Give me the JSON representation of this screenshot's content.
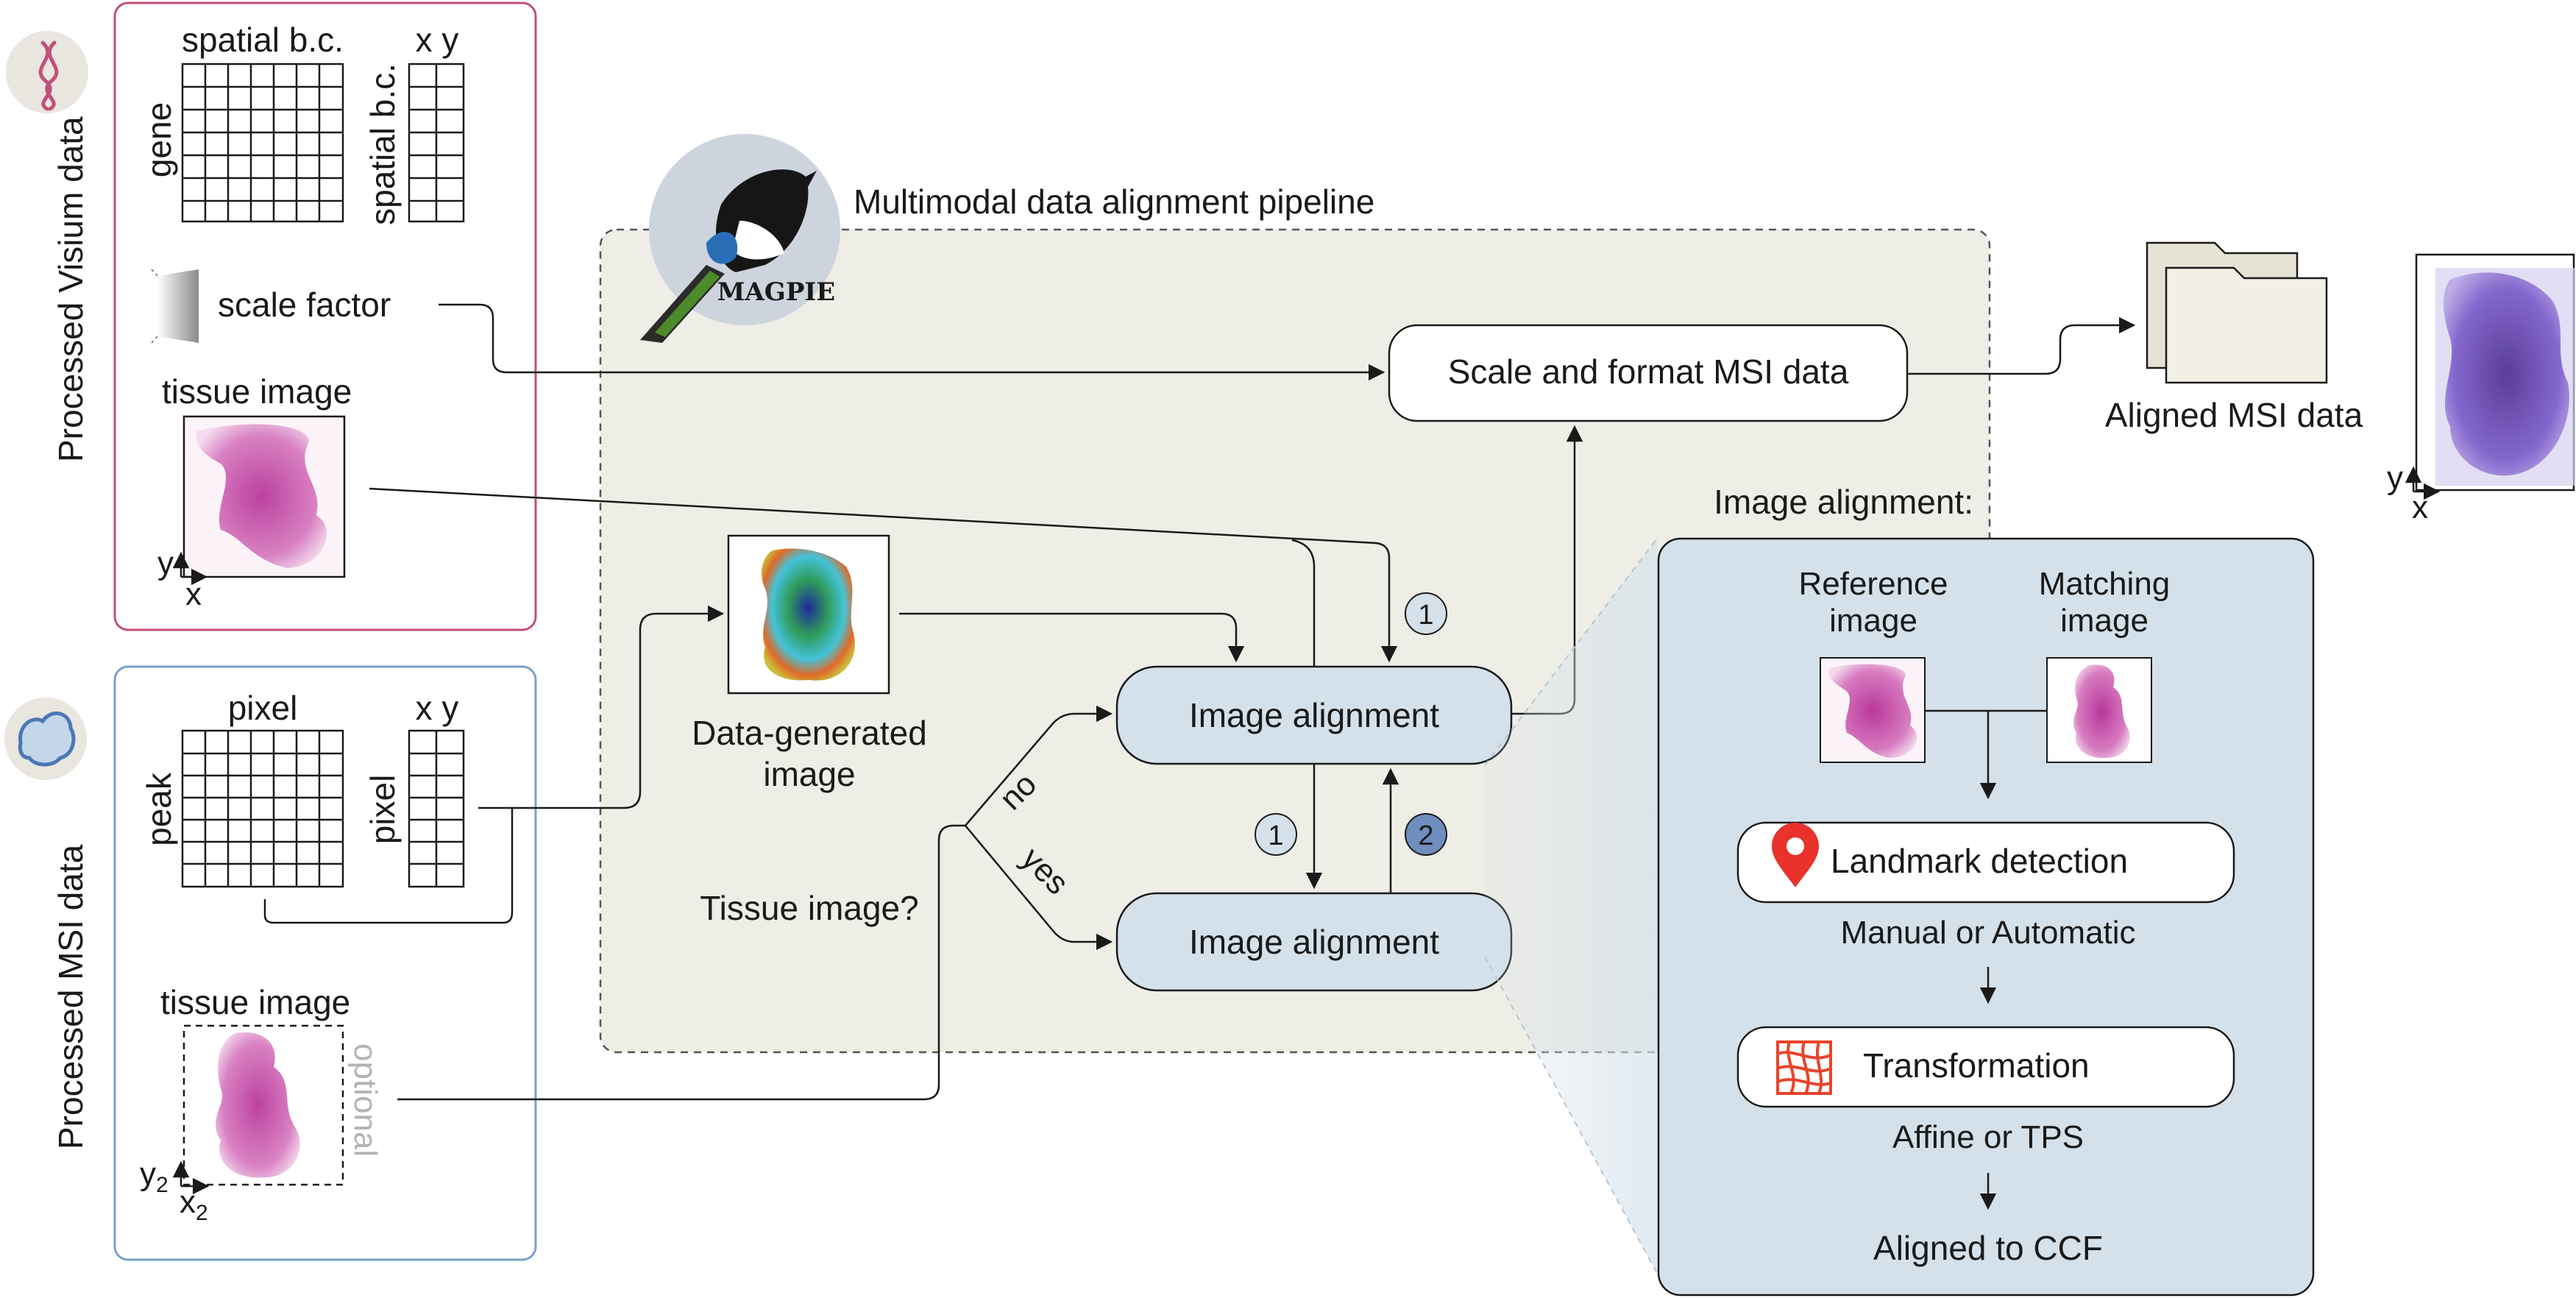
{
  "visium": {
    "side_label": "Processed Visium data",
    "matrix1_top": "spatial b.c.",
    "matrix1_side": "gene",
    "matrix2_top": "x y",
    "matrix2_side": "spatial b.c.",
    "scale_factor": "scale factor",
    "tissue_image": "tissue image",
    "axis_y": "y",
    "axis_x": "x"
  },
  "msi": {
    "side_label": "Processed MSI data",
    "matrix1_top": "pixel",
    "matrix1_side": "peak",
    "matrix2_top": "x y",
    "matrix2_side": "pixel",
    "tissue_image": "tissue image",
    "optional": "optional",
    "axis_y": "y",
    "axis_y_sub": "2",
    "axis_x": "x",
    "axis_x_sub": "2"
  },
  "pipeline": {
    "title": "Multimodal data alignment pipeline",
    "logo_text": "MAGPIE",
    "scale_box": "Scale and format MSI data",
    "data_generated_line1": "Data-generated",
    "data_generated_line2": "image",
    "align_top": "Image alignment",
    "align_bottom": "Image alignment",
    "question": "Tissue image?",
    "branch_no": "no",
    "branch_yes": "yes",
    "badge_1": "1",
    "badge_1b": "1",
    "badge_2": "2"
  },
  "output": {
    "label": "Aligned MSI data",
    "axis_y": "y",
    "axis_x": "x"
  },
  "detail": {
    "heading": "Image alignment:",
    "ref_line1": "Reference",
    "ref_line2": "image",
    "match_line1": "Matching",
    "match_line2": "image",
    "landmark": "Landmark detection",
    "landmark_sub": "Manual or Automatic",
    "transform": "Transformation",
    "transform_sub": "Affine or TPS",
    "final": "Aligned to CCF"
  },
  "colors": {
    "visium_border": "#c0507a",
    "msi_border": "#7aa0cc",
    "pipeline_bg": "#eeede6",
    "align_fill": "#d4e1ea",
    "detail_fill": "#d4e1ea",
    "badge_light": "#d4e1ea",
    "badge_dark": "#6f8dbe",
    "landmark_pin": "#e8322b",
    "transform_grid": "#e8442b",
    "tissue_pink": "#c84aa6",
    "tissue_purple": "#6a49b6"
  }
}
